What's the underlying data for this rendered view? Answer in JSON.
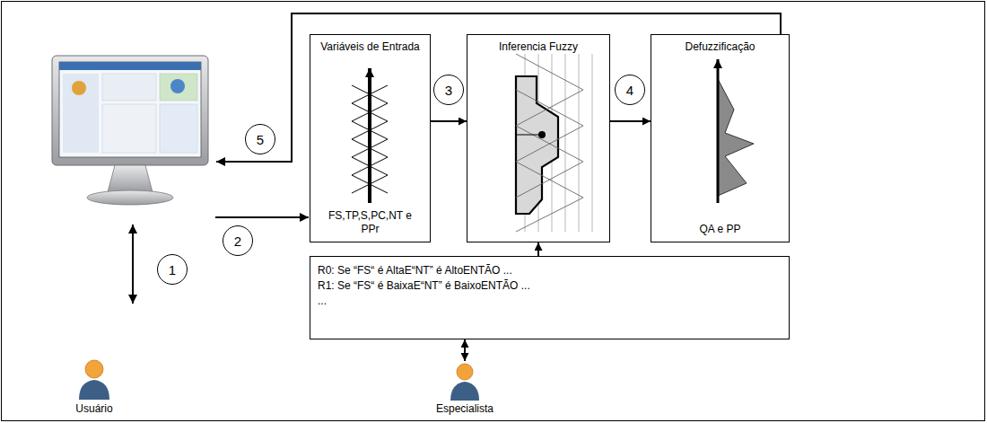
{
  "diagram": {
    "nodes": [
      {
        "text": [
          "Variáveis de Entrada",
          "FS,TP,S,PC,NT e PPr"
        ]
      },
      {
        "text": [
          "Inferencia Fuzzy"
        ]
      },
      {
        "text": [
          "Defuzzificação",
          "QA e PP"
        ]
      },
      {
        "text": [
          "R0: Se “FS“ é AltaE“NT” é AltoENTÃO ...",
          "R1: Se “FS“ é BaixaE“NT” é BaixoENTÃO ...",
          "..."
        ]
      },
      {
        "text": [
          "Usuário"
        ]
      },
      {
        "text": [
          "Especialista"
        ]
      },
      {
        "text": [
          "1"
        ]
      },
      {
        "text": [
          "2"
        ]
      },
      {
        "text": [
          "3"
        ]
      },
      {
        "text": [
          "4"
        ]
      },
      {
        "text": [
          "5"
        ]
      }
    ],
    "edges": [
      {
        "from": 0,
        "to": 1,
        "arrow": "to"
      },
      {
        "from": 1,
        "to": 2,
        "arrow": "to"
      },
      {
        "from": 3,
        "to": 1,
        "arrow": "to"
      },
      {
        "from": 3,
        "to": 5,
        "arrow": "both"
      }
    ]
  }
}
